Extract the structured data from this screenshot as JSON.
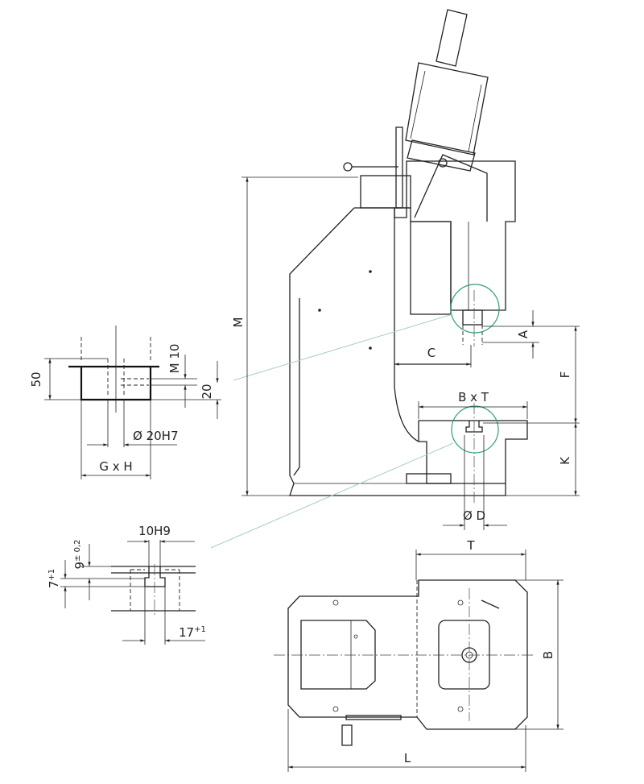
{
  "labels": {
    "M": "M",
    "A": "A",
    "C": "C",
    "F": "F",
    "K": "K",
    "BxT": "B x T",
    "D": "Ø D",
    "T": "T",
    "B": "B",
    "L": "L",
    "d50": "50",
    "M10": "M 10",
    "d20": "20",
    "bore": "Ø 20H7",
    "GxH": "G x H",
    "slot": "10H9",
    "d9": "9",
    "d9_tol": "± 0,2",
    "d7": "7",
    "d7_tol": "+1",
    "d17": "17",
    "d17_tol": "+1"
  },
  "colors": {
    "detail_circle": "#2f9e74",
    "leader": "#a8cfc0"
  }
}
